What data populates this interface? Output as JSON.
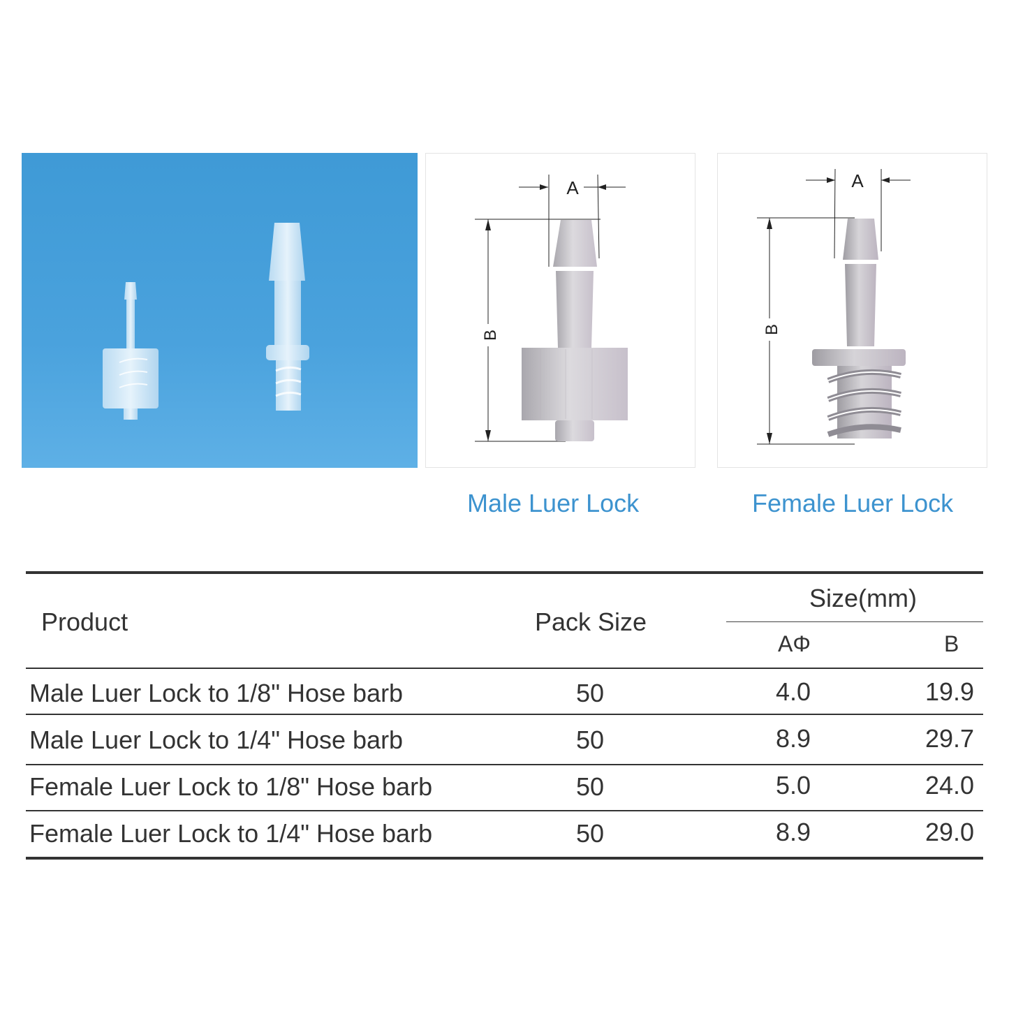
{
  "photo": {
    "alt": "Transparent male and female luer lock hose barb fittings on blue background",
    "background_color": "#4aa2dd"
  },
  "drawings": {
    "male": {
      "dimension_a_label": "A",
      "dimension_b_label": "B"
    },
    "female": {
      "dimension_a_label": "A",
      "dimension_b_label": "B"
    }
  },
  "captions": {
    "male": "Male Luer Lock",
    "female": "Female Luer Lock",
    "color": "#3d93cf"
  },
  "table": {
    "headers": {
      "product": "Product",
      "pack_size": "Pack Size",
      "size_group": "Size(mm)",
      "a_phi": "AΦ",
      "b": "B"
    },
    "rows": [
      {
        "product": "Male Luer Lock to 1/8\" Hose barb",
        "pack_size": "50",
        "a": "4.0",
        "b": "19.9"
      },
      {
        "product": "Male Luer Lock to 1/4\" Hose barb",
        "pack_size": "50",
        "a": "8.9",
        "b": "29.7"
      },
      {
        "product": "Female Luer Lock to 1/8\" Hose barb",
        "pack_size": "50",
        "a": "5.0",
        "b": "24.0"
      },
      {
        "product": "Female Luer Lock to 1/4\" Hose barb",
        "pack_size": "50",
        "a": "8.9",
        "b": "29.0"
      }
    ]
  }
}
